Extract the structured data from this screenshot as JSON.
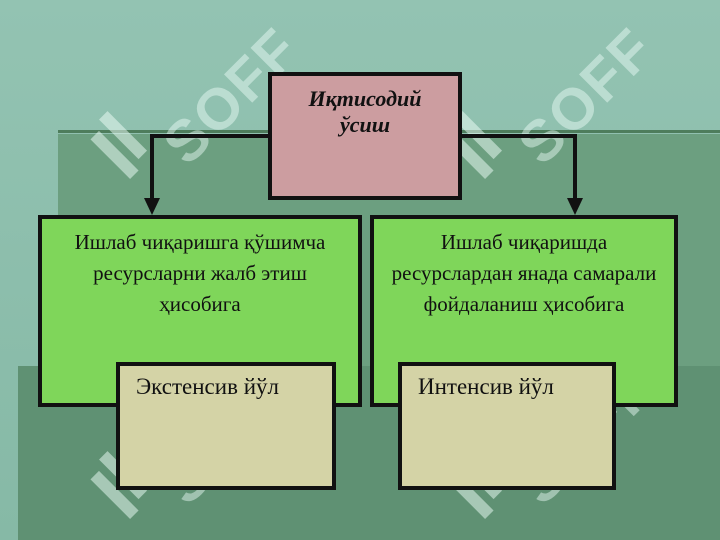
{
  "diagram": {
    "top": {
      "line1": "Иқтисодий",
      "line2": "ўсиш"
    },
    "left_branch": {
      "line1": "Ишлаб чиқаришга қўшимча",
      "line2": "ресурсларни жалб этиш",
      "line3": "ҳисобига",
      "way": "Экстенсив йўл"
    },
    "right_branch": {
      "line1": "Ишлаб чиқаришда",
      "line2": "ресурслардан янада самарали",
      "line3": "фойдаланиш ҳисобига",
      "way": "Интенсив йўл"
    }
  },
  "watermark": {
    "text": "SOFF"
  },
  "colors": {
    "top_box": "#cc9da0",
    "green_box": "#7fd65a",
    "khaki_box": "#d4d3a6"
  }
}
